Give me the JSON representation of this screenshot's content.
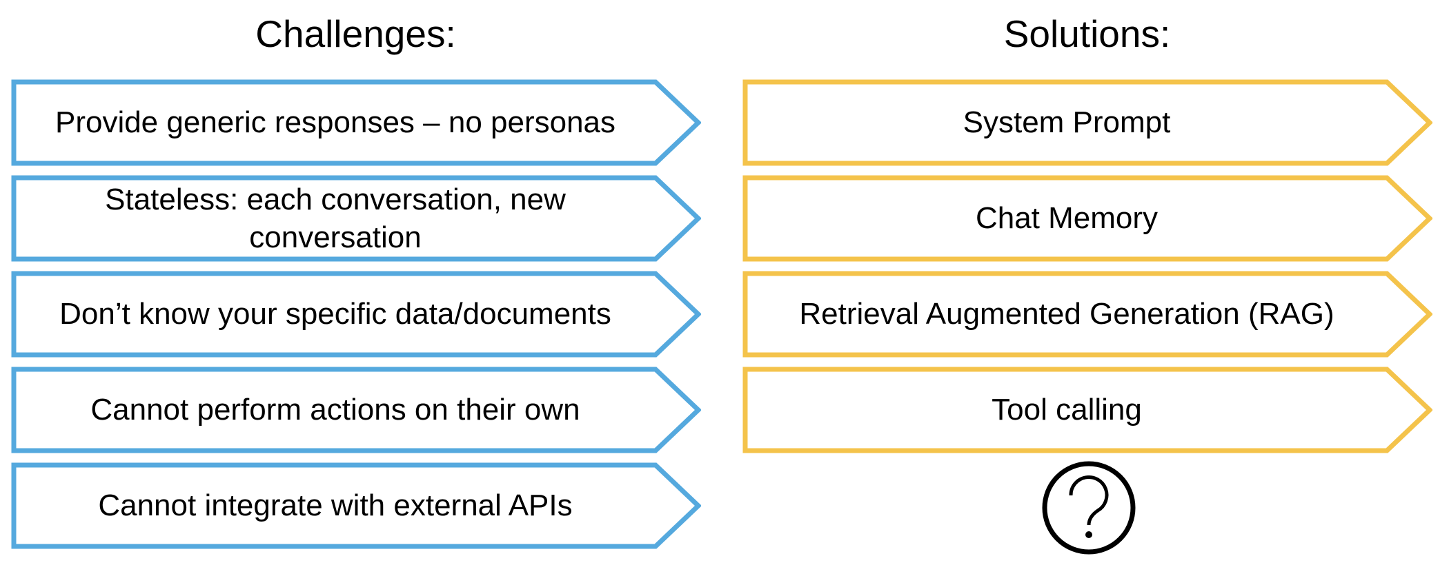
{
  "page": {
    "background": "#ffffff",
    "text_color": "#000000"
  },
  "challenges": {
    "title": "Challenges:",
    "accent": "#55A9DE",
    "items": [
      "Provide generic responses – no personas",
      "Stateless: each conversation, new conversation",
      "Don’t know your specific data/documents",
      "Cannot perform actions on their own",
      "Cannot integrate with external APIs"
    ]
  },
  "solutions": {
    "title": "Solutions:",
    "accent": "#F4C34B",
    "items": [
      "System Prompt",
      "Chat Memory",
      "Retrieval Augmented Generation (RAG)",
      "Tool calling"
    ],
    "icon": {
      "name": "question-mark-circle-icon",
      "color": "#000000"
    }
  }
}
